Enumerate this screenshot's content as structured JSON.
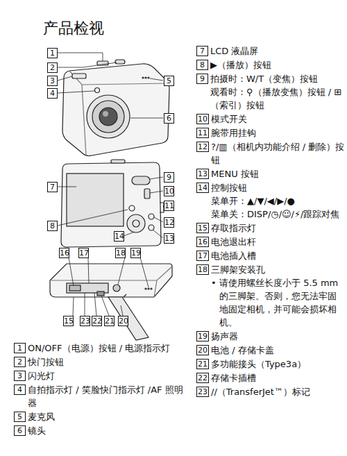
{
  "diagram": {
    "title": "产品检视",
    "labels": [
      "1",
      "2",
      "3",
      "4",
      "5",
      "6",
      "7",
      "8",
      "9",
      "10",
      "11",
      "12",
      "13",
      "14",
      "15",
      "16",
      "17",
      "18",
      "19",
      "20",
      "21",
      "22",
      "23",
      "1",
      "ON/OFF（电源）按钮 / 电源指示灯",
      "2",
      "快门按钮",
      "3",
      "闪光灯",
      "4",
      "自拍指示灯 / 笑脸快门指示灯 /AF 照明器",
      "5",
      "麦克风",
      "6",
      "镜头",
      "7",
      "LCD 液晶屏",
      "8",
      "▶（播放）按钮",
      "9",
      "拍摄时：W/T（变焦）按钮",
      "观看时：⚲（播放变焦）按钮 / ⊞（索引）按钮",
      "10",
      "模式开关",
      "11",
      "腕带用挂钩",
      "12",
      "?/▥（相机内功能介绍 / 删除）按钮",
      "13",
      "MENU 按钮",
      "14",
      "控制按钮",
      "菜单开：▲/▼/◀/▶/●",
      "菜单关：DISP/◷/☺/⚡/跟踪对焦",
      "15",
      "存取指示灯",
      "16",
      "电池退出杆",
      "17",
      "电池插入槽",
      "18",
      "三脚架安装孔",
      "•",
      "请使用螺丝长度小于 5.5 mm 的三脚架。否则，您无法牢固地固定相机，并可能会损坏相机。",
      "19",
      "扬声器",
      "20",
      "电池 / 存储卡盖",
      "21",
      "多功能接头（Type3a）",
      "22",
      "存储卡插槽",
      "23",
      "//（TransferJet™）标记"
    ]
  }
}
